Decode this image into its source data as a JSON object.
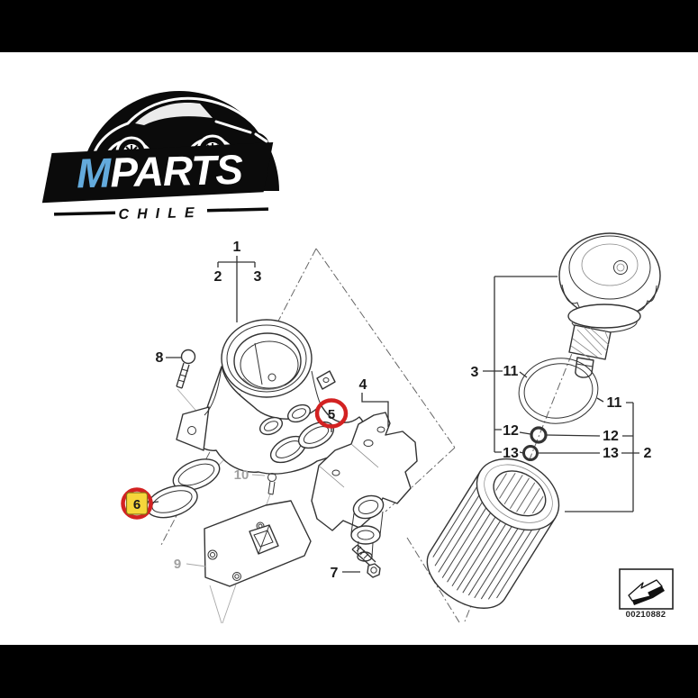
{
  "page": {
    "bg": "#ffffff",
    "bar_color": "#000000"
  },
  "logo": {
    "brand_m": "M",
    "brand_rest": "PARTS",
    "subtitle": "CHILE",
    "m_color": "#63aadc",
    "banner_color": "#0b0b0b"
  },
  "diagram": {
    "colors": {
      "line": "#333333",
      "ghost": "#a0a0a0",
      "red": "#d32222",
      "yellow": "#f6d63b"
    },
    "callouts": {
      "c1": "1",
      "c2": "2",
      "c3": "3",
      "c4": "4",
      "c5": "5",
      "c6": "6",
      "c7": "7",
      "c8": "8",
      "c9": "9",
      "c10": "10",
      "r3": "3",
      "r11a": "11",
      "r12a": "12",
      "r13a": "13",
      "r11b": "11",
      "r12b": "12",
      "r13b": "13",
      "r2": "2"
    },
    "part_number": "00210882"
  }
}
